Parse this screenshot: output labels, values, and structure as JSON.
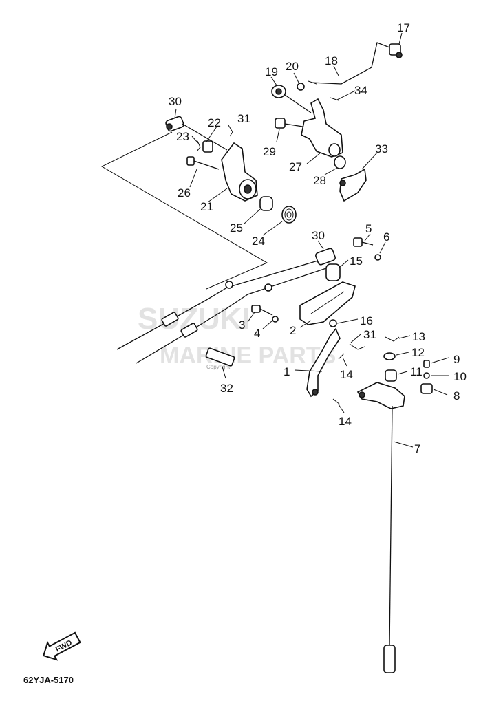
{
  "watermark": {
    "line1": "SUZUKI",
    "line2": "MARINE PARTS",
    "small": "Copyright"
  },
  "diagram_code": "62YJA-5170",
  "fwd_badge": "FWD",
  "callouts": [
    "1",
    "2",
    "3",
    "4",
    "5",
    "6",
    "7",
    "8",
    "9",
    "10",
    "11",
    "12",
    "13",
    "14",
    "14",
    "15",
    "16",
    "17",
    "18",
    "19",
    "20",
    "21",
    "22",
    "23",
    "24",
    "25",
    "26",
    "27",
    "28",
    "29",
    "30",
    "30",
    "31",
    "31",
    "32",
    "33",
    "34"
  ]
}
